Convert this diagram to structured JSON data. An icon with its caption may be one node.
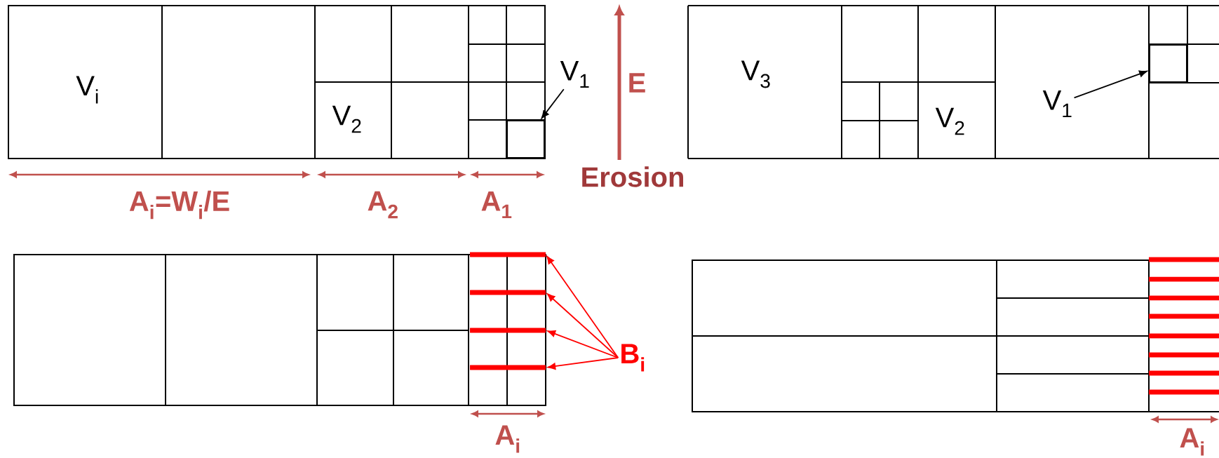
{
  "diagram": {
    "nodes": [
      {
        "text": [
          "V$_{i}$"
        ]
      },
      {
        "text": [
          "V$_{2}$"
        ]
      },
      {
        "text": [
          "V$_{1}$"
        ]
      },
      {
        "text": [],
        "shape": "box"
      },
      {
        "text": [
          "V$_{3}$"
        ]
      },
      {
        "text": [
          "V$_{2}$"
        ]
      },
      {
        "text": [
          "V$_{1}$"
        ]
      },
      {
        "text": [],
        "shape": "box"
      },
      {
        "text": [
          "B$_{i}$"
        ]
      },
      {
        "text": [],
        "shape": "bar"
      },
      {
        "text": [],
        "shape": "bar"
      },
      {
        "text": [],
        "shape": "bar"
      },
      {
        "text": [],
        "shape": "bar"
      }
    ],
    "edges": [
      {
        "from": 2,
        "to": 3,
        "arrow": "to",
        "color": "#000000"
      },
      {
        "from": 6,
        "to": 7,
        "arrow": "to",
        "color": "#000000"
      },
      {
        "from": 8,
        "to": 9,
        "arrow": "to"
      },
      {
        "from": 8,
        "to": 10,
        "arrow": "to"
      },
      {
        "from": 8,
        "to": 11,
        "arrow": "to"
      },
      {
        "from": 8,
        "to": 12,
        "arrow": "to"
      }
    ],
    "labels": [
      "E",
      "Erosion",
      "A$_{i}$=W$_{i}$/E",
      "A$_{2}$",
      "A$_{1}$",
      "A$_{i}$",
      "A$_{i}$"
    ]
  }
}
